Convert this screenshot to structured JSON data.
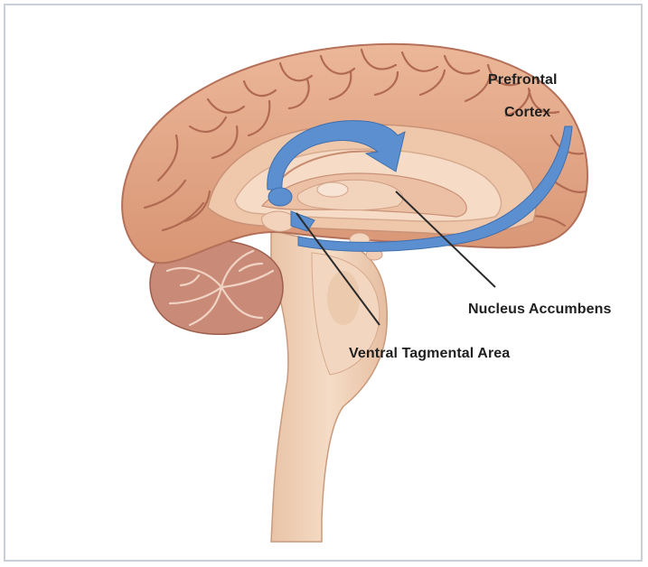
{
  "labels": {
    "prefrontal_cortex_line1": "Prefrontal",
    "prefrontal_cortex_line2": "Cortex",
    "nucleus_accumbens": "Nucleus Accumbens",
    "ventral_tegmental_area": "Ventral Tagmental Area"
  },
  "colors": {
    "cortex": "#e2a887",
    "cortex_dark": "#b9745a",
    "inner": "#f3d3bc",
    "cerebellum": "#c98b78",
    "brainstem": "#efd0b6",
    "pathway": "#5b8fd0",
    "frame": "#c9cfd6"
  }
}
